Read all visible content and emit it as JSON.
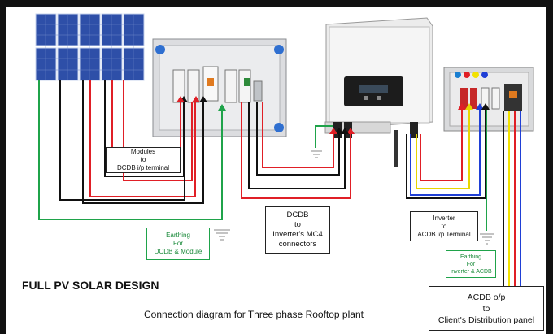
{
  "labels": {
    "modules_to_dcdb": [
      "Modules",
      "to",
      "DCDB i/p terminal"
    ],
    "dcdb_to_inverter": [
      "DCDB",
      "to",
      "Inverter's MC4",
      "connectors"
    ],
    "inverter_to_acdb": [
      "Inverter",
      "to",
      "ACDB i/p Terminal"
    ],
    "earthing_dcdb": [
      "Earthing",
      "For",
      "DCDB & Module"
    ],
    "earthing_inverter": [
      "Earthing",
      "For",
      "Inverter & ACDB"
    ],
    "acdb_output": [
      "ACDB o/p",
      "to",
      "Client's Distribution panel"
    ]
  },
  "title": "FULL PV SOLAR  DESIGN",
  "subtitle": "Connection diagram for Three phase Rooftop plant",
  "colors": {
    "wire_red": "#e01f26",
    "wire_black": "#111111",
    "wire_green": "#1fa34a",
    "wire_blue": "#1f3fd6",
    "wire_yellow": "#f2e200",
    "panel_blue": "#2e4fa8"
  }
}
